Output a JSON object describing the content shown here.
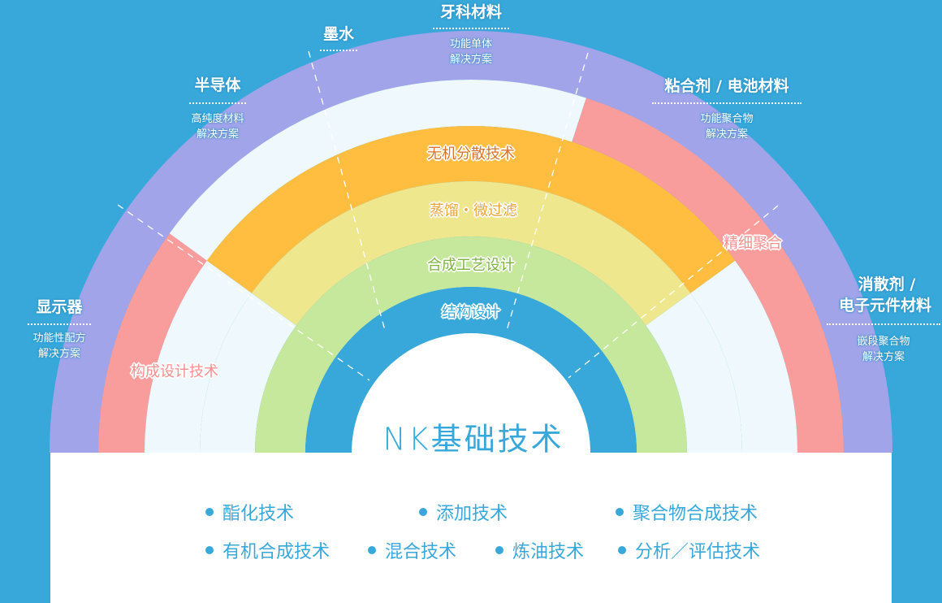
{
  "colors": {
    "background": "#38a8da",
    "purple": "#a2a4ea",
    "light": "#eef8fd",
    "pink": "#f99d9c",
    "orange": "#ffbe40",
    "yellow": "#eee78e",
    "green": "#c6e89c",
    "blue": "#38a8da",
    "white": "#ffffff"
  },
  "applications": [
    {
      "title": "牙科材料",
      "sub1": "功能单体",
      "sub2": "解决方案"
    },
    {
      "title": "墨水"
    },
    {
      "title": "半导体",
      "sub1": "高纯度材料",
      "sub2": "解决方案"
    },
    {
      "title": "粘合剂 / 电池材料",
      "sub1": "功能聚合物",
      "sub2": "解决方案"
    },
    {
      "title": "显示器",
      "sub1": "功能性配方",
      "sub2": "解决方案"
    },
    {
      "title_line1": "消散剂 /",
      "title_line2": "电子元件材料",
      "sub1": "嵌段聚合物",
      "sub2": "解决方案"
    }
  ],
  "ring_labels": {
    "inorganic": "无机分散技术",
    "distill": "蒸馏・微过滤",
    "synthesis": "合成工艺设计",
    "structure": "结构设计",
    "composition": "构成设计技术",
    "fine_polymer": "精细聚合"
  },
  "core": "NK基础技术",
  "technologies": [
    "酯化技术",
    "添加技术",
    "聚合物合成技术",
    "有机合成技术",
    "混合技术",
    "炼油技术",
    "分析／评估技术"
  ]
}
